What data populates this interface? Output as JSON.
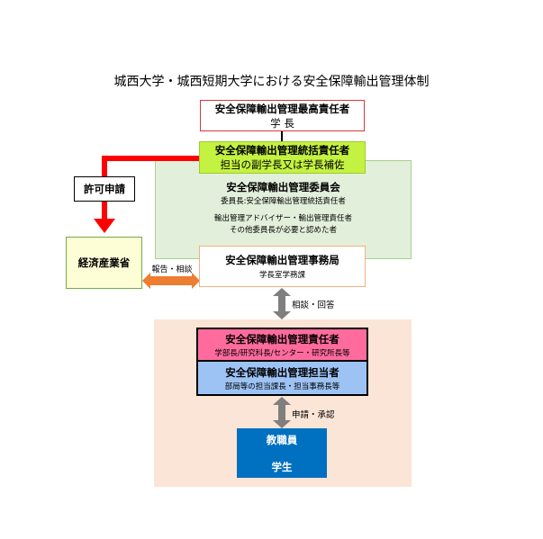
{
  "title": "城西大学・城西短期大学における安全保障輸出管理体制",
  "colors": {
    "top_border": "#d9363e",
    "unify_fill": "#c4f240",
    "committee_fill": "#e2efda",
    "office_border": "#f4b183",
    "red_arrow": "#ff0000",
    "meti_fill": "#fdfdd6",
    "orange_arrow": "#ed7d31",
    "grey_arrow": "#7f7f7f",
    "peach_fill": "#fbe5d6",
    "pink_fill": "#ff6b9d",
    "lightblue_fill": "#9dc3f5",
    "staff_fill": "#0070c0"
  },
  "nodes": {
    "top": {
      "title": "安全保障輸出管理最高責任者",
      "subtitle": "学 長"
    },
    "unify": {
      "title": "安全保障輸出管理統括責任者",
      "subtitle": "担当の副学長又は学長補佐"
    },
    "committee": {
      "title": "安全保障輸出管理委員会",
      "chair": "委員長:安全保障輸出管理統括責任者",
      "members_line1": "輸出管理アドバイザー・輸出管理責任者",
      "members_line2": "その他委員長が必要と認めた者"
    },
    "office": {
      "title": "安全保障輸出管理事務局",
      "subtitle": "学長室学務課"
    },
    "meti": {
      "title": "経済産業省"
    },
    "manager": {
      "title": "安全保障輸出管理責任者",
      "subtitle": "学部長/研究科長/センター・研究所長等"
    },
    "handler": {
      "title": "安全保障輸出管理担当者",
      "subtitle": "部局等の担当課長・担当事務長等"
    },
    "staff": {
      "line1": "教職員",
      "line2": "学生"
    }
  },
  "edges": {
    "permit": "許可申請",
    "report": "報告・相談",
    "consult": "相談・回答",
    "apply": "申請・承認"
  }
}
